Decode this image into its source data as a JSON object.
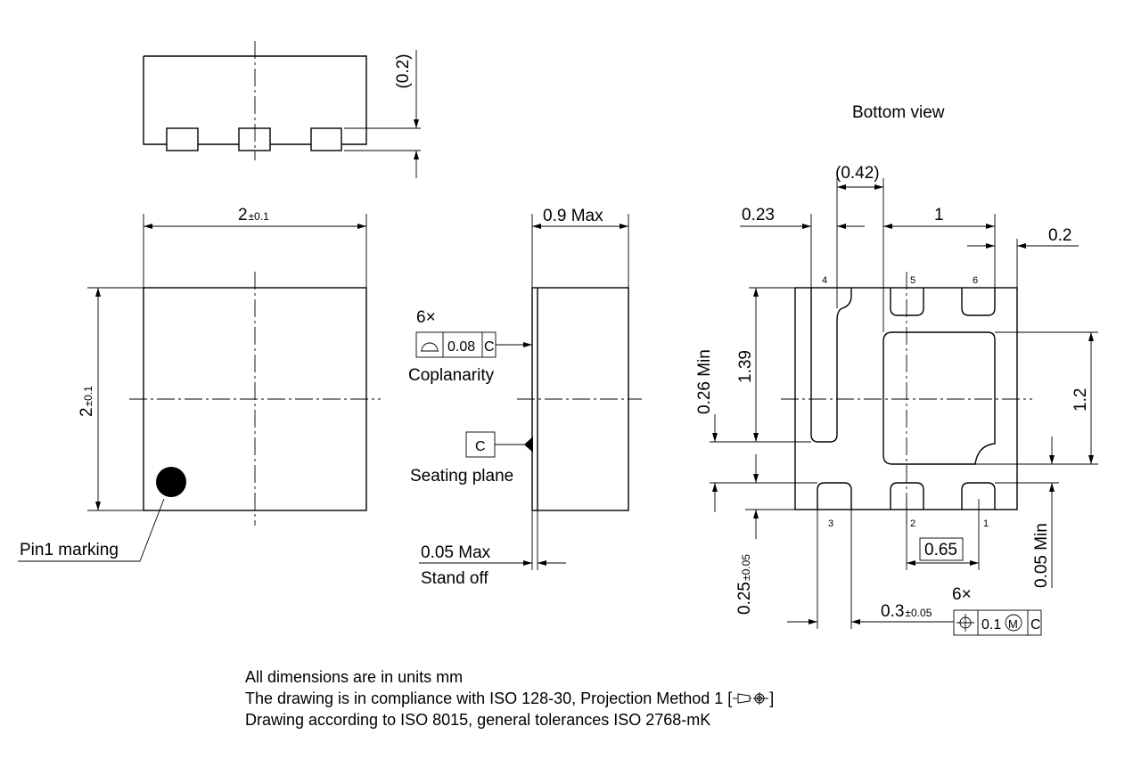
{
  "top_view": {
    "standoff_dim": "(0.2)"
  },
  "front_view": {
    "width_dim": "2",
    "width_tol": "±0.1",
    "height_dim": "2",
    "height_tol": "±0.1",
    "pin1_label": "Pin1 marking"
  },
  "side_view": {
    "max_height_dim": "0.9 Max",
    "count_6x": "6×",
    "coplanarity_value": "0.08",
    "datum": "C",
    "coplanarity_label": "Coplanarity",
    "seating_plane_label": "Seating plane",
    "standoff_max": "0.05 Max",
    "standoff_label": "Stand off"
  },
  "bottom_view": {
    "title": "Bottom view",
    "dim_042": "(0.42)",
    "dim_023": "0.23",
    "dim_1": "1",
    "dim_02": "0.2",
    "dim_026min": "0.26 Min",
    "dim_139": "1.39",
    "dim_12": "1.2",
    "dim_025": "0.25",
    "dim_025_tol": "±0.05",
    "dim_005min": "0.05 Min",
    "dim_065": "0.65",
    "dim_03": "0.3",
    "dim_03_tol": "±0.05",
    "count_6x": "6×",
    "position_value": "0.1",
    "modifier": "M",
    "datum": "C",
    "pins": [
      "4",
      "5",
      "6",
      "3",
      "2",
      "1"
    ]
  },
  "notes": {
    "line1": "All dimensions are in units mm",
    "line2_prefix": "The drawing is in compliance with ISO 128-30, Projection Method 1 [",
    "line2_suffix": "]",
    "line3": "Drawing according to ISO 8015, general tolerances ISO 2768-mK"
  }
}
